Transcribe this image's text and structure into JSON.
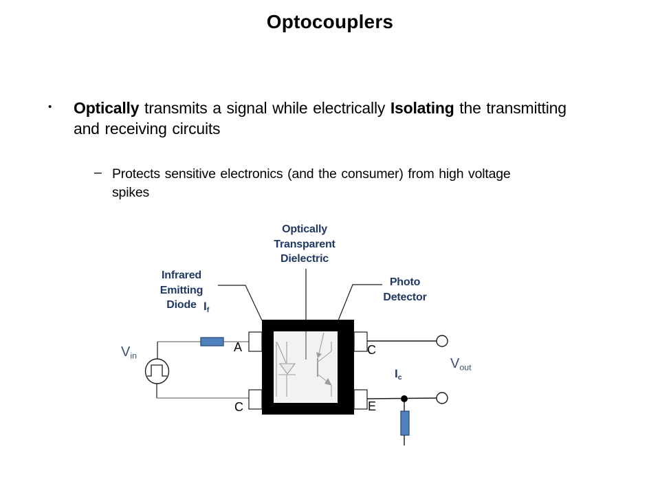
{
  "title": "Optocouplers",
  "bullet": {
    "marker": "•",
    "seg1_bold": "Optically",
    "seg2": " transmits a signal while electrically ",
    "seg3_bold": "Isolating",
    "seg4": " the transmitting and receiving circuits"
  },
  "sub_bullet": {
    "marker": "–",
    "text": "Protects sensitive electronics (and the consumer) from high voltage spikes"
  },
  "diagram": {
    "labels": {
      "dielectric": "Optically Transparent Dielectric",
      "ired": "Infrared Emitting Diode",
      "photo": "Photo Detector",
      "i_f": {
        "base": "I",
        "sub": "f"
      },
      "i_c": {
        "base": "I",
        "sub": "c"
      },
      "v_in": {
        "base": "V",
        "sub": "in"
      },
      "v_out": {
        "base": "V",
        "sub": "out"
      },
      "pin_a": "A",
      "pin_c_left": "C",
      "pin_c_right": "C",
      "pin_e": "E"
    },
    "colors": {
      "label_navy": "#1f3864",
      "v_label_blue": "#3a5272",
      "resistor_fill": "#4f81bd",
      "resistor_border": "#2d4d77",
      "wire_gray": "#8c8c8c",
      "wire_dark": "#1a1a1a",
      "package_black": "#000000",
      "package_interior": "#f2f2f2",
      "symbol_gray": "#9e9e9e"
    }
  }
}
